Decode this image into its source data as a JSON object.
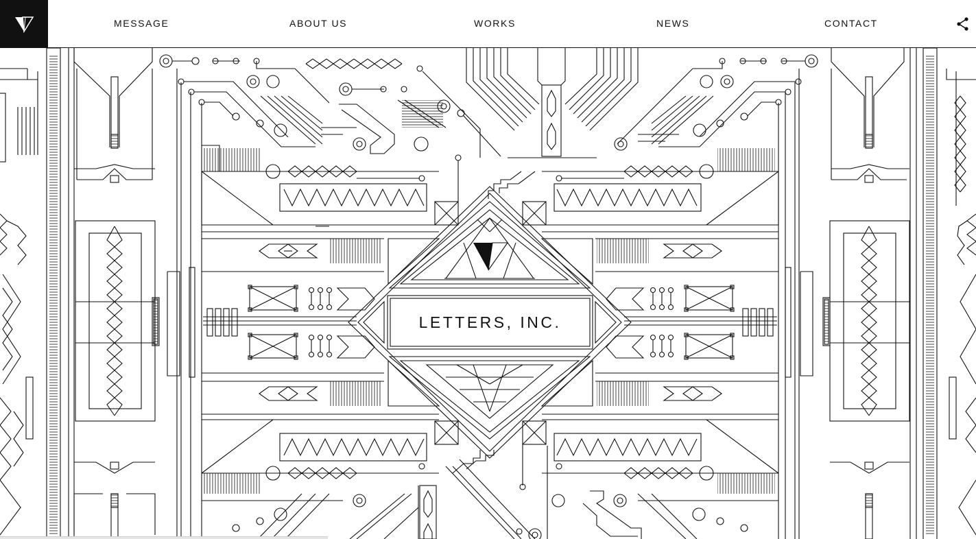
{
  "header": {
    "logo": {
      "icon": "v-monogram-icon"
    },
    "nav": [
      {
        "label": "MESSAGE"
      },
      {
        "label": "ABOUT US"
      },
      {
        "label": "WORKS"
      },
      {
        "label": "NEWS"
      },
      {
        "label": "CONTACT"
      }
    ],
    "share": {
      "icon": "share-icon"
    }
  },
  "hero": {
    "title": "LETTERS, INC.",
    "emblem_icon": "v-monogram-icon"
  },
  "colors": {
    "ink": "#111111",
    "background": "#ffffff"
  }
}
